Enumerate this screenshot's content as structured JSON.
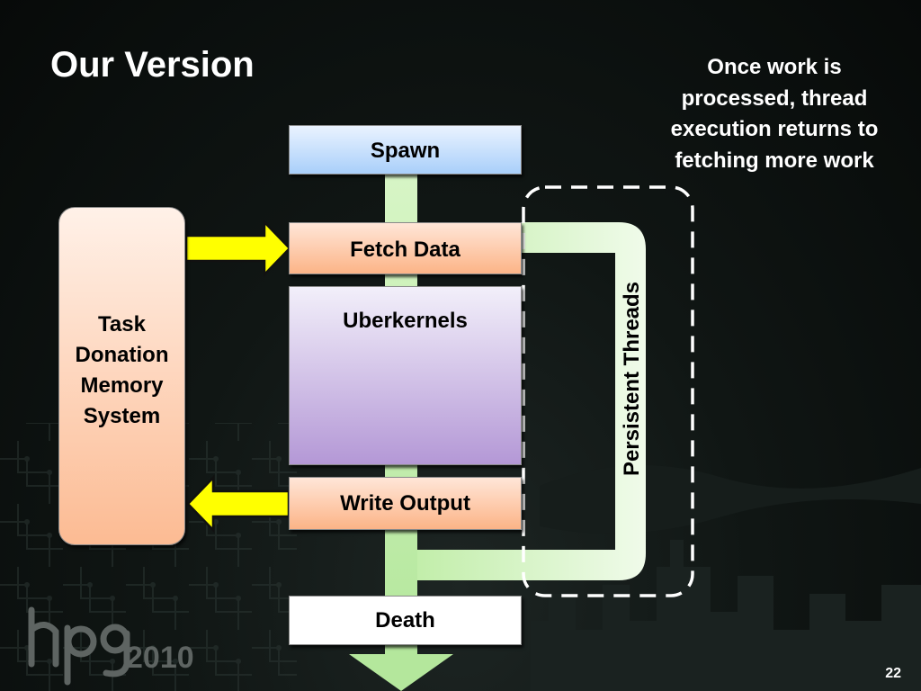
{
  "slide": {
    "title": "Our Version",
    "note": "Once work is processed, thread execution returns to fetching more work",
    "page_number": "22",
    "logo_text": "hpg 2010"
  },
  "flow": {
    "spawn": "Spawn",
    "fetch": "Fetch Data",
    "uberkernels": "Uberkernels",
    "write": "Write Output",
    "death": "Death"
  },
  "memory": {
    "label": "Task Donation Memory  System"
  },
  "loop": {
    "label": "Persistent Threads"
  },
  "colors": {
    "background": "#0e1412",
    "box_blue": "#a9cffa",
    "box_orange": "#fcb487",
    "box_purple": "#b498d6",
    "arrow_yellow": "#ffff00",
    "flow_green": "#c6f0b0"
  }
}
